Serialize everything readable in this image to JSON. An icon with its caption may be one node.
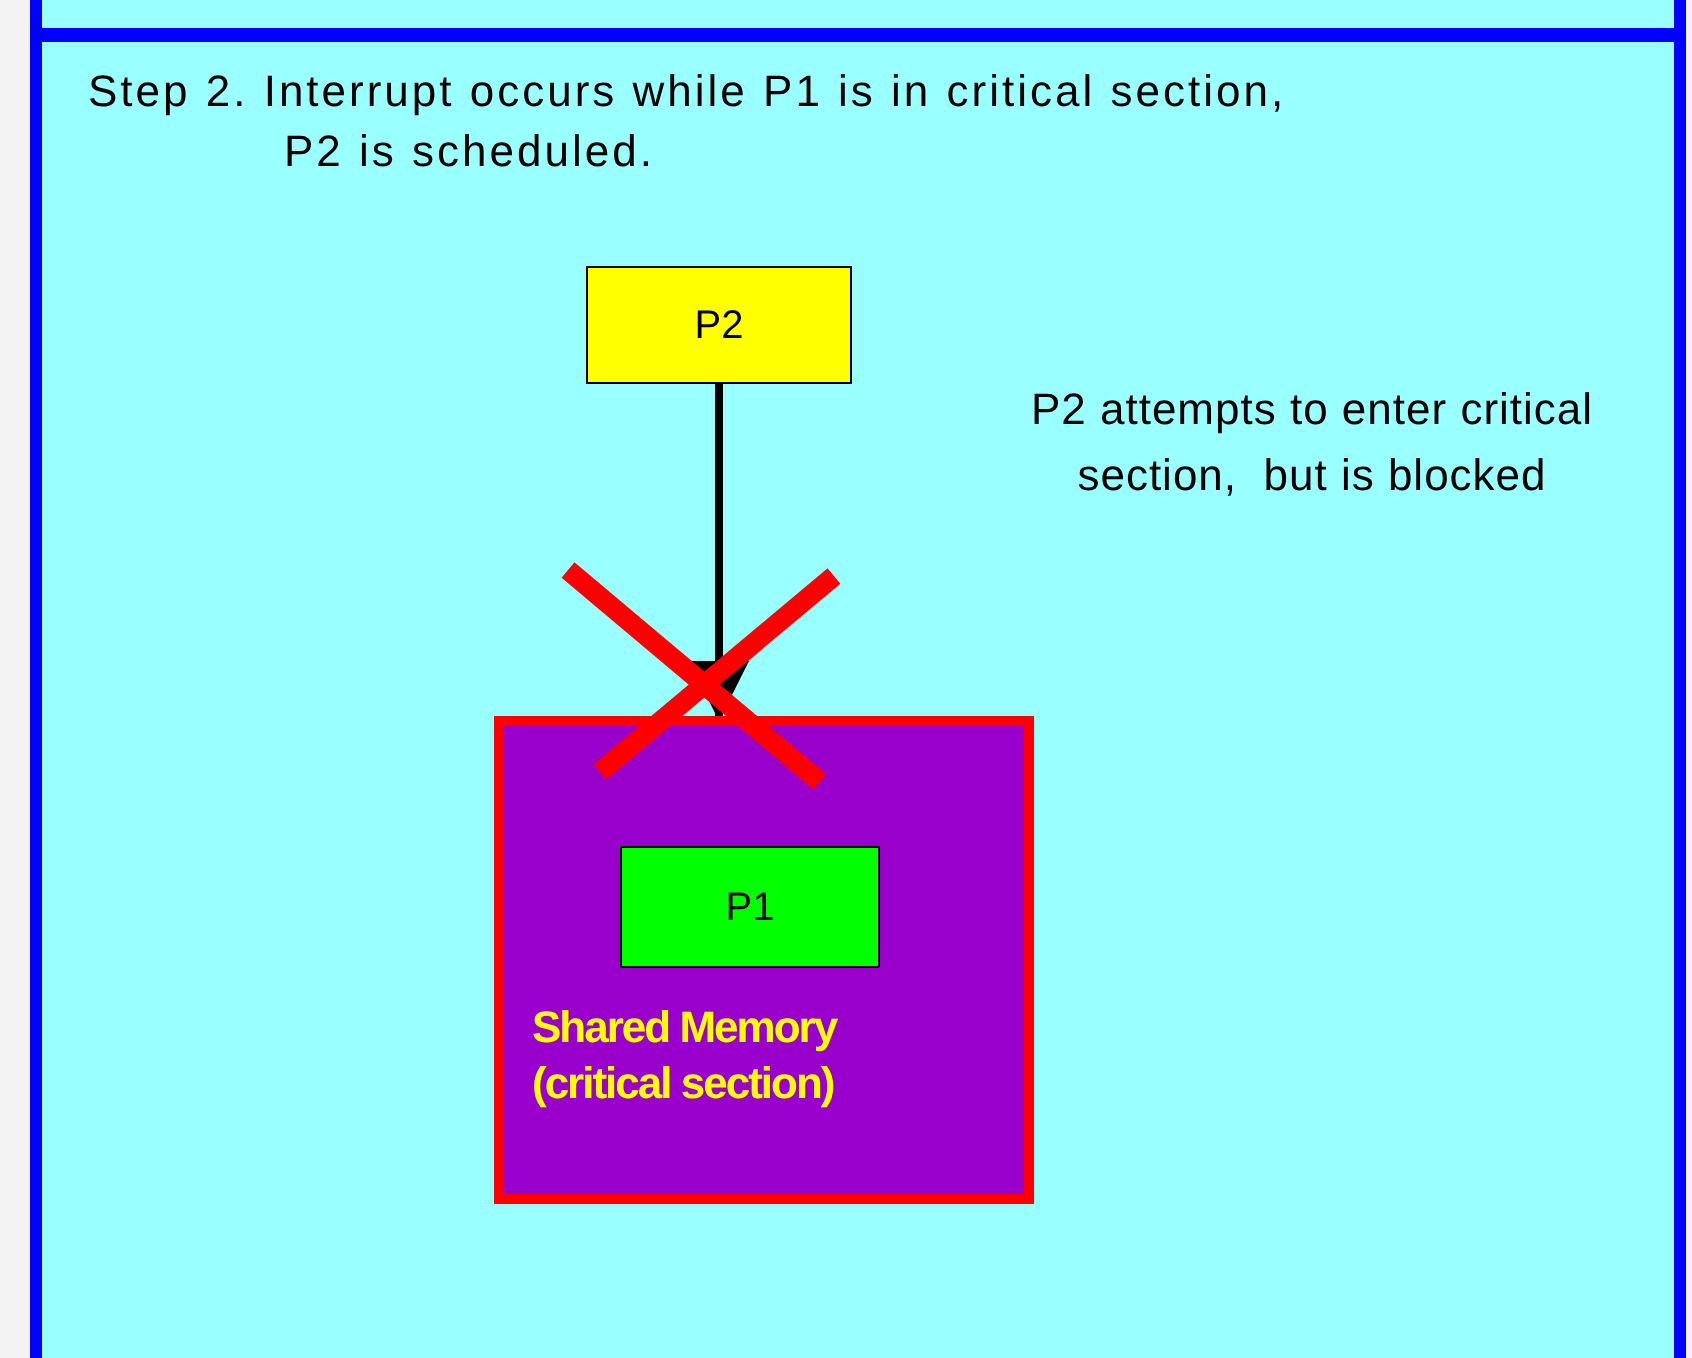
{
  "diagram": {
    "title": "Step 2. Interrupt occurs while P1 is in critical section, P2 is scheduled.",
    "nodes": [
      {
        "text": [
          "P2"
        ]
      },
      {
        "text": [
          "Shared Memory (critical section)"
        ]
      },
      {
        "text": [
          "P1"
        ],
        "in": 1
      }
    ],
    "edges": [
      {
        "from": 0,
        "to": 1,
        "arrow": "to"
      }
    ],
    "labels": [
      "P2 attempts to enter critical section,  but is blocked"
    ]
  }
}
